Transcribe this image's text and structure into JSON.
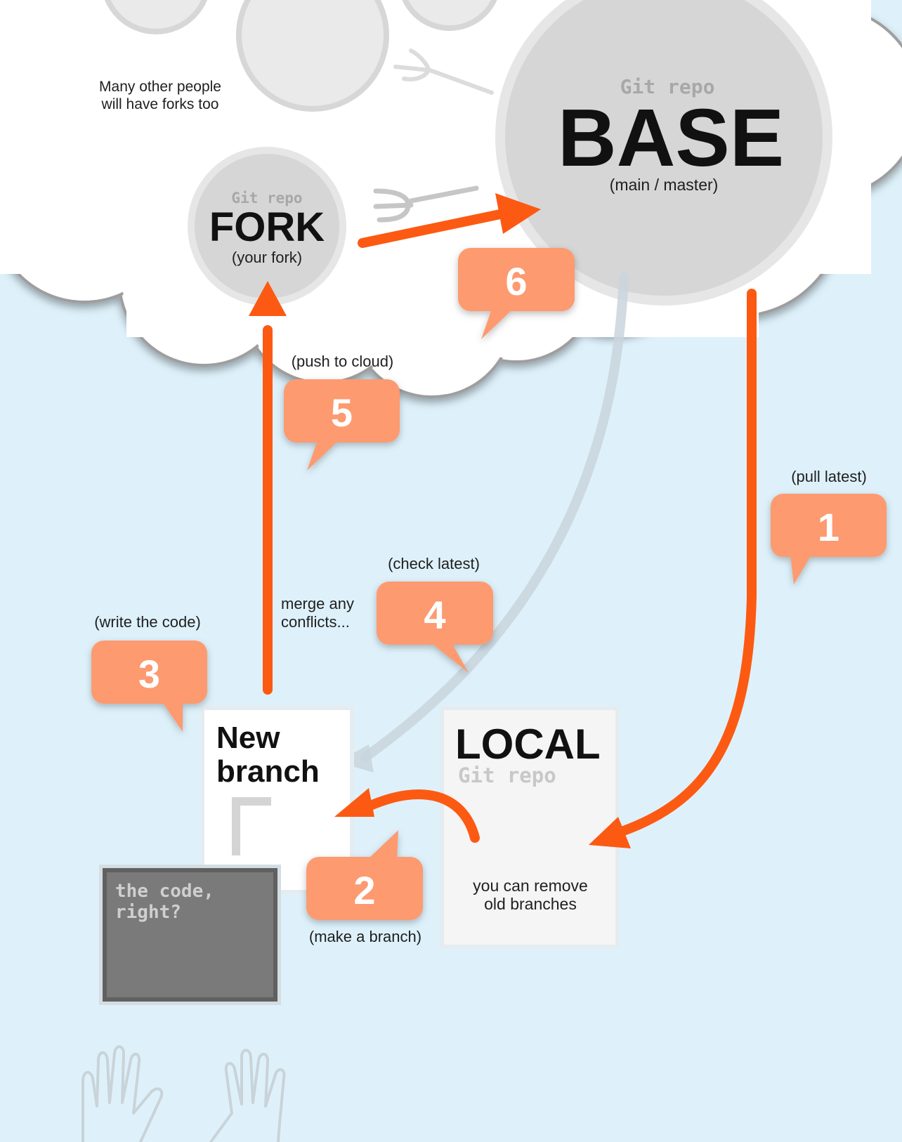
{
  "cloud": {
    "note": "Many other people\nwill have forks too"
  },
  "base": {
    "kind": "Git repo",
    "title": "BASE",
    "subtitle": "(main / master)"
  },
  "fork": {
    "kind": "Git repo",
    "title": "FORK",
    "subtitle": "(your fork)"
  },
  "local": {
    "title": "LOCAL",
    "kind": "Git repo",
    "note": "you can remove\nold branches"
  },
  "branch": {
    "title": "New\nbranch"
  },
  "code_window": {
    "text": "the code,\nright?"
  },
  "merge_note": "merge any\nconflicts...",
  "steps": [
    {
      "number": "1",
      "label": "(pull latest)"
    },
    {
      "number": "2",
      "label": "(make a branch)"
    },
    {
      "number": "3",
      "label": "(write the code)"
    },
    {
      "number": "4",
      "label": "(check latest)"
    },
    {
      "number": "5",
      "label": "(push to cloud)"
    },
    {
      "number": "6",
      "label": ""
    }
  ],
  "colors": {
    "background": "#def1fb",
    "arrow": "#fc5a13",
    "bubble": "#fd9a70",
    "cloud": "#ffffff",
    "repo_circle": "#d6d6d6"
  }
}
